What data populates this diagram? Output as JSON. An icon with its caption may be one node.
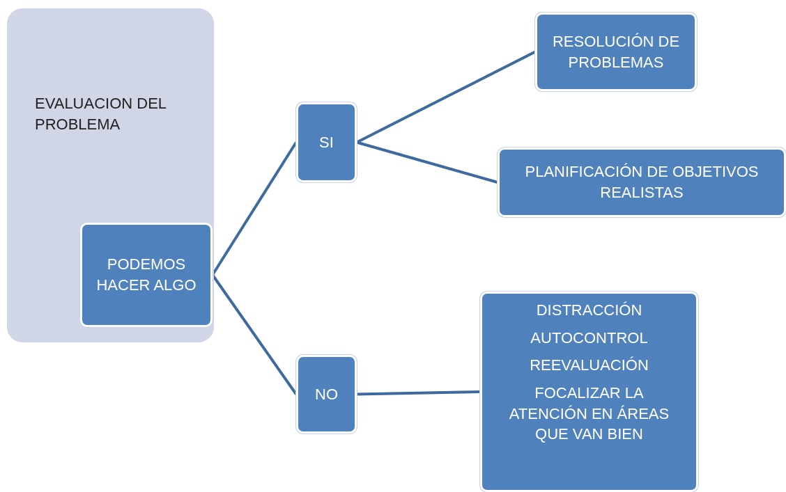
{
  "diagram": {
    "nodes": [
      {
        "text": [
          "EVALUACION DEL PROBLEMA"
        ]
      },
      {
        "text": [
          "PODEMOS HACER ALGO"
        ],
        "in": 0
      },
      {
        "text": [
          "SI"
        ]
      },
      {
        "text": [
          "NO"
        ]
      },
      {
        "text": [
          "RESOLUCIÓN DE PROBLEMAS"
        ]
      },
      {
        "text": [
          "PLANIFICACIÓN DE OBJETIVOS REALISTAS"
        ]
      },
      {
        "text": [
          "DISTRACCIÓN",
          "AUTOCONTROL",
          "REEVALUACIÓN",
          "FOCALIZAR LA ATENCIÓN EN ÁREAS QUE VAN BIEN"
        ]
      }
    ],
    "edges": [
      {
        "from": 1,
        "to": 2,
        "arrow": "none"
      },
      {
        "from": 1,
        "to": 3,
        "arrow": "none"
      },
      {
        "from": 2,
        "to": 4,
        "arrow": "none"
      },
      {
        "from": 2,
        "to": 5,
        "arrow": "none"
      },
      {
        "from": 3,
        "to": 6,
        "arrow": "none"
      }
    ]
  }
}
